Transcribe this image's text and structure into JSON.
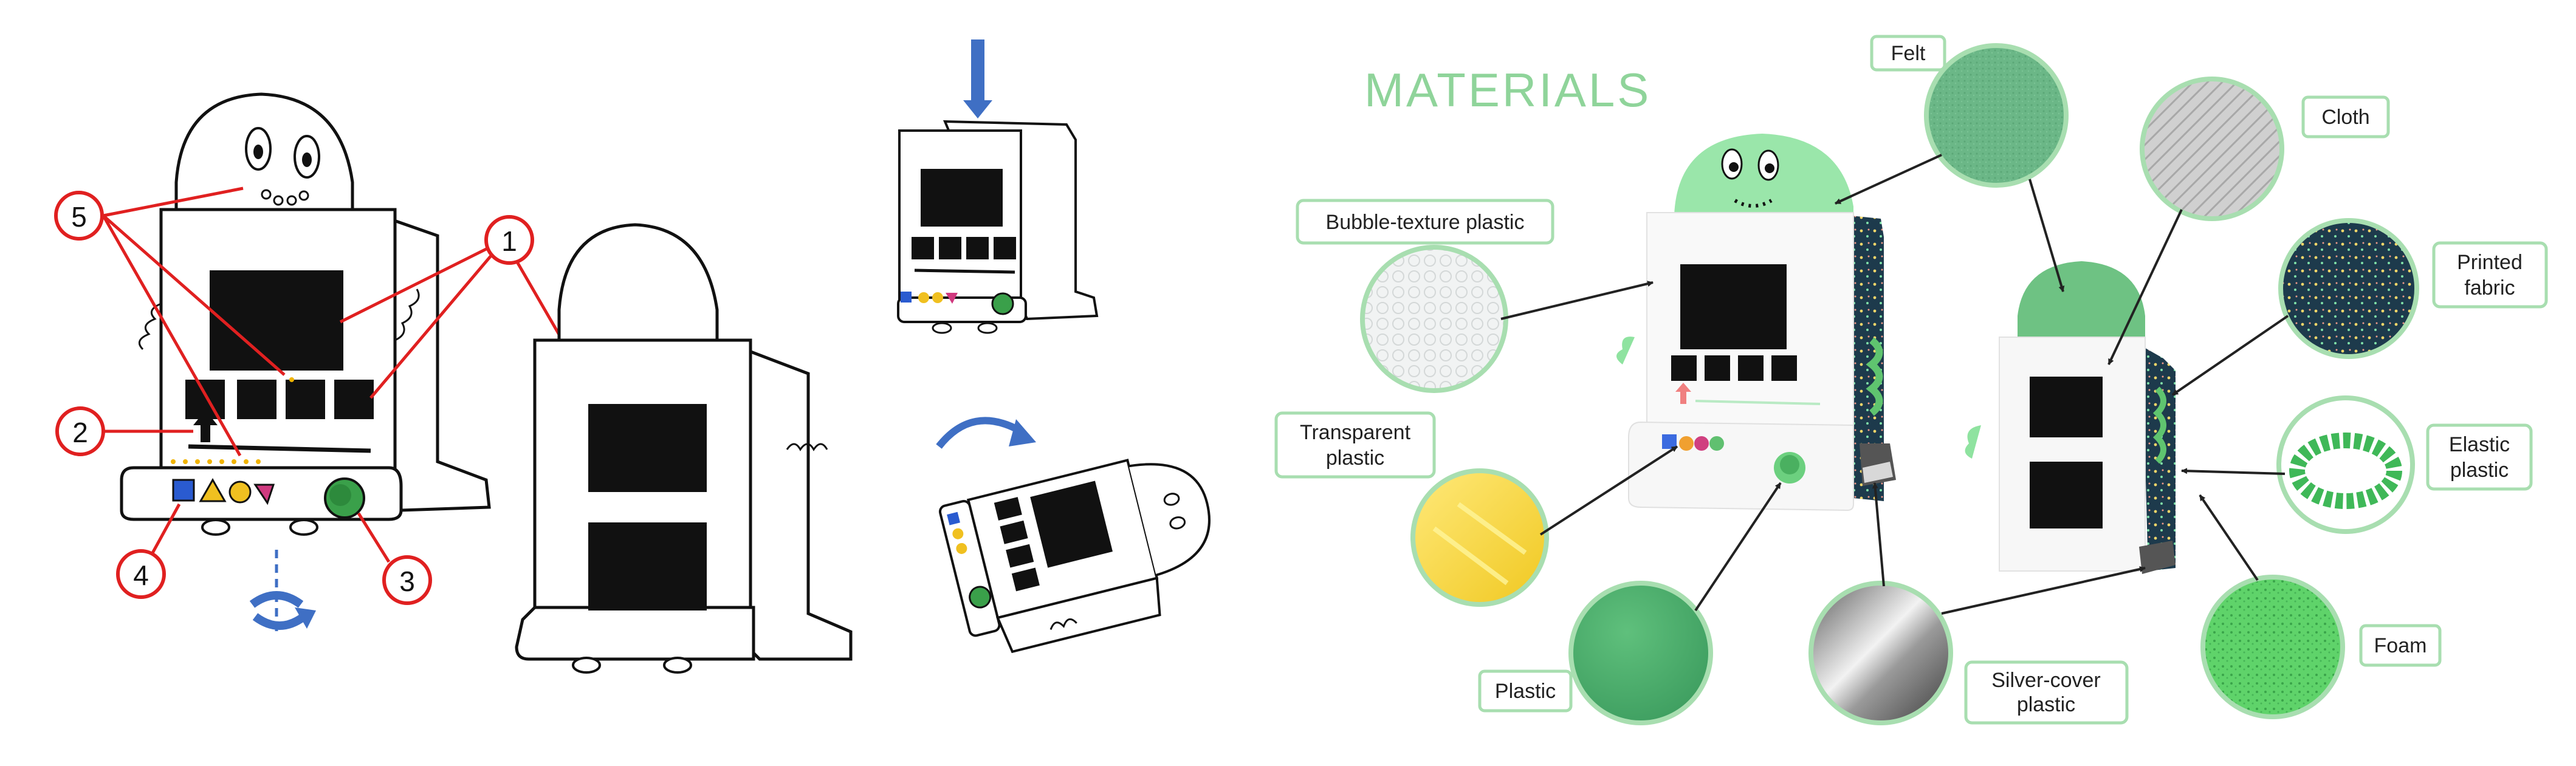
{
  "callouts": [
    "1",
    "2",
    "3",
    "4",
    "5"
  ],
  "materials_title": "MATERIALS",
  "materials": {
    "felt": "Felt",
    "cloth": "Cloth",
    "bubble": "Bubble-texture plastic",
    "printed_1": "Printed",
    "printed_2": "fabric",
    "transparent_1": "Transparent",
    "transparent_2": "plastic",
    "elastic_1": "Elastic",
    "elastic_2": "plastic",
    "plastic": "Plastic",
    "silver_1": "Silver-cover",
    "silver_2": "plastic",
    "foam": "Foam"
  },
  "colors": {
    "callout_red": "#e02020",
    "arrow_blue": "#3f6fc4",
    "mint": "#8fe3a0",
    "label_border": "#a8deb0",
    "navy_fabric": "#1d3a4c"
  }
}
